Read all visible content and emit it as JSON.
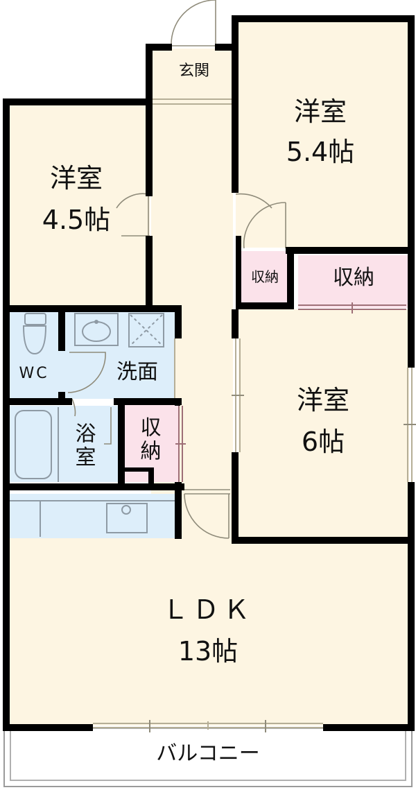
{
  "floorplan": {
    "colors": {
      "room": "#fdf5e2",
      "wet_area": "#ddeefa",
      "storage": "#fbe2ea",
      "wall": "#000000",
      "door_line": "#8f8b7a",
      "window_frame": "#b5ae96",
      "storage_rail": "#9e6f77",
      "balcony": "#ffffff",
      "balcony_line": "#999999"
    },
    "rooms": {
      "entrance": {
        "label": "玄関"
      },
      "western_room_1": {
        "label": "洋室",
        "size": "5.4帖"
      },
      "western_room_2": {
        "label": "洋室",
        "size": "4.5帖"
      },
      "storage_1": {
        "label": "収納"
      },
      "storage_2": {
        "label": "収納"
      },
      "western_room_3": {
        "label": "洋室",
        "size": "6帖"
      },
      "wc": {
        "label": "WC"
      },
      "washroom": {
        "label": "洗面"
      },
      "bathroom": {
        "label": "浴室"
      },
      "storage_3": {
        "label": "収納"
      },
      "ldk": {
        "label": "ＬＤＫ",
        "size": "13帖"
      },
      "balcony": {
        "label": "バルコニー"
      }
    }
  }
}
